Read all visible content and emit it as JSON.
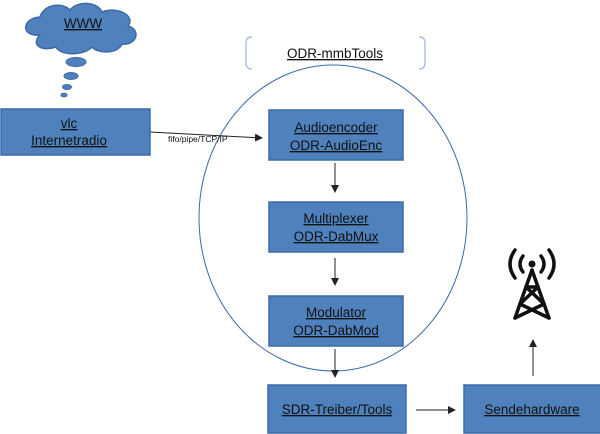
{
  "cloud": {
    "label": "WWW"
  },
  "group": {
    "label": "ODR-mmbTools"
  },
  "nodes": {
    "vlc": {
      "line1": "vlc",
      "line2": "Internetradio"
    },
    "audioencoder": {
      "line1": "Audioencoder",
      "line2": "ODR-AudioEnc"
    },
    "multiplexer": {
      "line1": "Multiplexer",
      "line2": "ODR-DabMux"
    },
    "modulator": {
      "line1": "Modulator",
      "line2": "ODR-DabMod"
    },
    "sdr": {
      "label": "SDR-Treiber/Tools"
    },
    "sendehardware": {
      "label": "Sendehardware"
    }
  },
  "edges": {
    "vlc_to_encoder": {
      "label": "fifo/pipe/TCP/IP"
    }
  },
  "icons": {
    "tower": "radio-tower-icon",
    "cloud": "cloud-icon"
  },
  "colors": {
    "box_fill": "#4f81bd",
    "box_stroke": "#3a6aa8",
    "cloud_fill": "#4f81bd",
    "ellipse_stroke": "#3a6aa8",
    "bracket_stroke": "#9bb7d9",
    "arrow": "#222222"
  }
}
